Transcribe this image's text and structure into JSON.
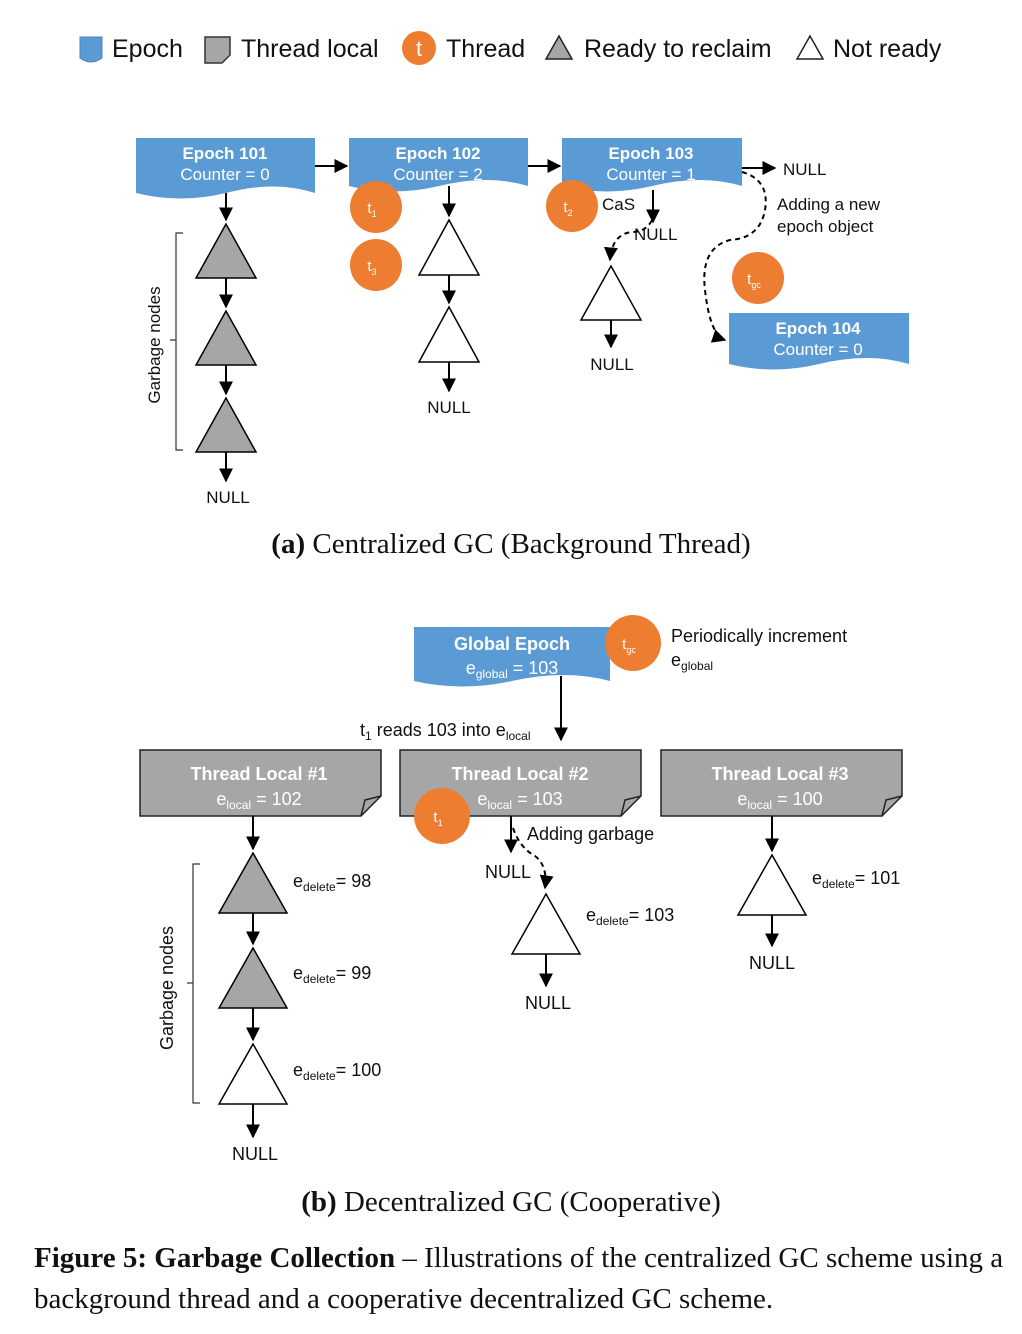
{
  "legend": {
    "epoch": "Epoch",
    "thread_local": "Thread local",
    "thread_symbol": "t",
    "thread": "Thread",
    "ready": "Ready to reclaim",
    "not_ready": "Not ready"
  },
  "panel_a": {
    "epochs": [
      {
        "title": "Epoch 101",
        "counter": "Counter = 0"
      },
      {
        "title": "Epoch 102",
        "counter": "Counter = 2"
      },
      {
        "title": "Epoch 103",
        "counter": "Counter = 1"
      },
      {
        "title": "Epoch 104",
        "counter": "Counter = 0"
      }
    ],
    "null": "NULL",
    "cas": "CaS",
    "adding_epoch_line1": "Adding a new",
    "adding_epoch_line2": "epoch object",
    "garbage_nodes": "Garbage nodes",
    "threads": {
      "t1": "t",
      "t1_sub": "1",
      "t2": "t",
      "t2_sub": "2",
      "t3": "t",
      "t3_sub": "3",
      "tgc": "t",
      "tgc_sub": "gc"
    }
  },
  "caption_a": {
    "label": "(a)",
    "text": " Centralized GC (Background Thread)"
  },
  "panel_b": {
    "global": {
      "title": "Global Epoch",
      "e": "e",
      "sub": "global",
      "val": " = 103"
    },
    "tgc": "t",
    "tgc_sub": "gc",
    "periodic_line1": "Periodically increment",
    "periodic_e": "e",
    "periodic_sub": "global",
    "reads": {
      "t": "t",
      "t_sub": "1",
      "mid": " reads 103 into e",
      "sub": "local"
    },
    "locals": [
      {
        "title": "Thread Local #1",
        "e": "e",
        "sub": "local",
        "val": " = 102"
      },
      {
        "title": "Thread Local #2",
        "e": "e",
        "sub": "local",
        "val": " = 103"
      },
      {
        "title": "Thread Local #3",
        "e": "e",
        "sub": "local",
        "val": " = 100"
      }
    ],
    "t1": "t",
    "t1_sub": "1",
    "adding_garbage": "Adding garbage",
    "null": "NULL",
    "edelete": [
      {
        "e": "e",
        "sub": "delete",
        "val": "= 98"
      },
      {
        "e": "e",
        "sub": "delete",
        "val": "= 99"
      },
      {
        "e": "e",
        "sub": "delete",
        "val": "= 100"
      },
      {
        "e": "e",
        "sub": "delete",
        "val": "= 103"
      },
      {
        "e": "e",
        "sub": "delete",
        "val": "= 101"
      }
    ],
    "garbage_nodes": "Garbage nodes"
  },
  "caption_b": {
    "label": "(b)",
    "text": " Decentralized GC (Cooperative)"
  },
  "figure_caption": {
    "label": "Figure 5: Garbage Collection",
    "text": " – Illustrations of the centralized GC scheme using a background thread and a cooperative decentralized GC scheme."
  },
  "colors": {
    "epoch_fill": "#5b9bd5",
    "thread_local_fill": "#a6a6a6",
    "thread_circle": "#ed7d31",
    "ready_fill": "#a6a6a6",
    "not_ready_fill": "#ffffff"
  }
}
